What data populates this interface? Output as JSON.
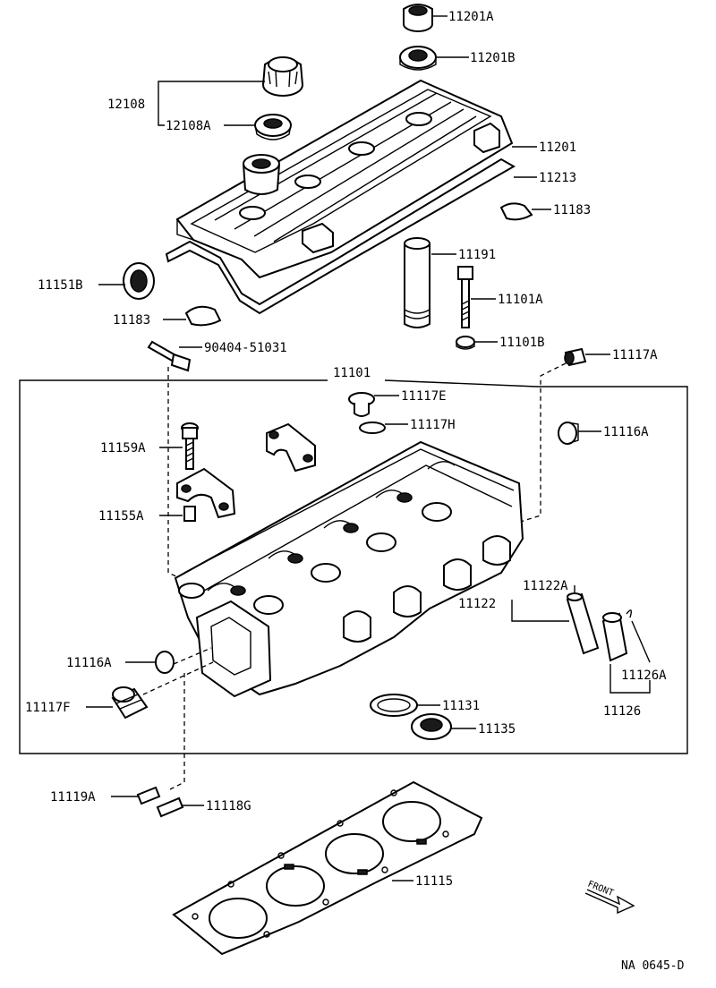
{
  "labels": {
    "p11201A": "11201A",
    "p11201B": "11201B",
    "p12108": "12108",
    "p12108A": "12108A",
    "p11201": "11201",
    "p11213": "11213",
    "p11183_r": "11183",
    "p11151B": "11151B",
    "p11191": "11191",
    "p11101A": "11101A",
    "p11183_l": "11183",
    "p11101B": "11101B",
    "p90404": "90404-51031",
    "p11117A": "11117A",
    "p11101": "11101",
    "p11117E": "11117E",
    "p11117H": "11117H",
    "p11116A_r": "11116A",
    "p11159A": "11159A",
    "p11155A": "11155A",
    "p11122A": "11122A",
    "p11122": "11122",
    "p11116A_l": "11116A",
    "p11126A": "11126A",
    "p11117F": "11117F",
    "p11131": "11131",
    "p11126": "11126",
    "p11135": "11135",
    "p11119A": "11119A",
    "p11118G": "11118G",
    "p11115": "11115",
    "front": "FRONT",
    "code": "NA 0645-D"
  }
}
